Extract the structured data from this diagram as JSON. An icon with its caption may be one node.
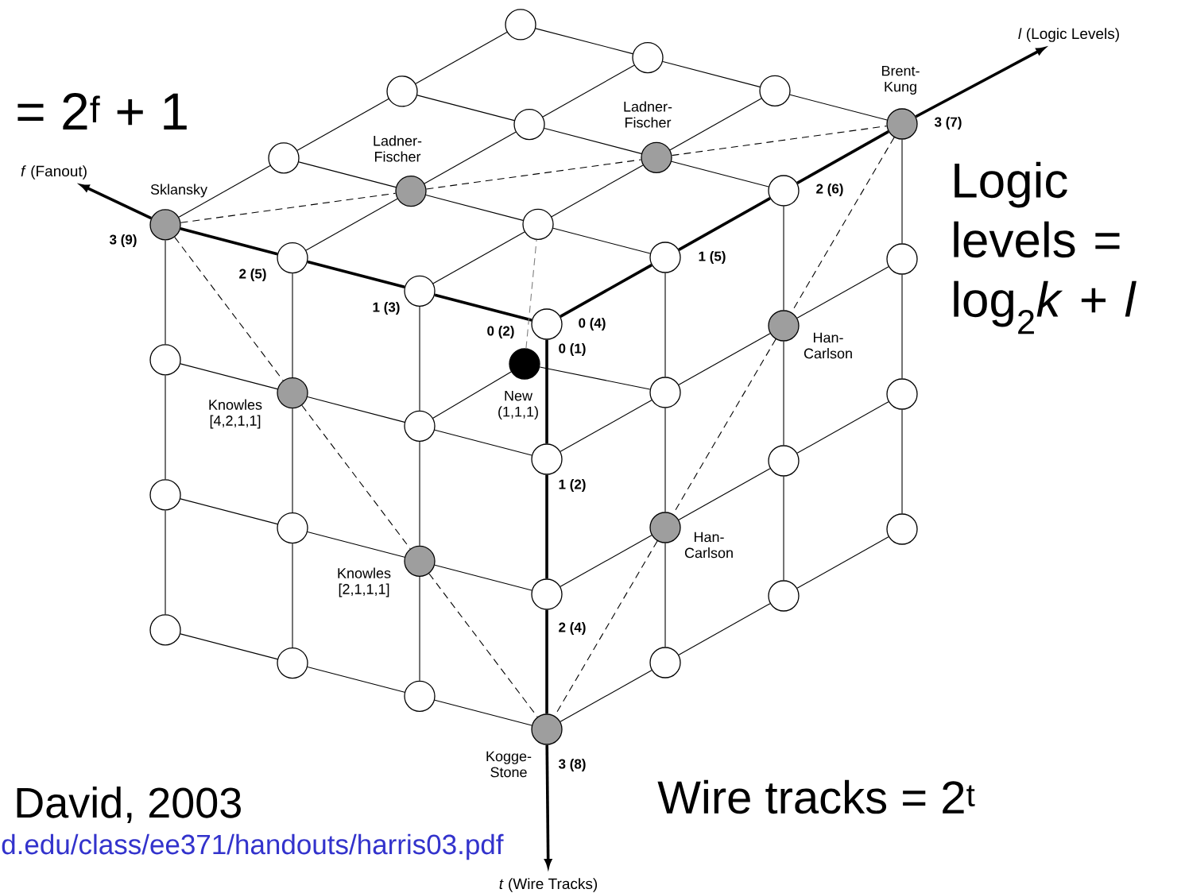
{
  "diagram": {
    "nodes": [
      {
        "text": [],
        "shape": "circle",
        "beside": [
          "0 (2)",
          "0 (4)",
          "0 (1)"
        ]
      },
      {
        "text": [],
        "shape": "circle",
        "beside": [
          "1 (5)"
        ]
      },
      {
        "text": [],
        "shape": "circle",
        "beside": [
          "2 (6)"
        ]
      },
      {
        "text": [
          "Brent-Kung"
        ],
        "beside": [
          "3 (7)"
        ]
      },
      {
        "text": [],
        "shape": "circle",
        "beside": [
          "1 (3)"
        ]
      },
      {
        "text": [],
        "shape": "circle"
      },
      {
        "text": [
          "Ladner-Fischer"
        ]
      },
      {
        "text": [],
        "shape": "circle"
      },
      {
        "text": [],
        "shape": "circle",
        "beside": [
          "2 (5)"
        ]
      },
      {
        "text": [
          "Ladner-Fischer"
        ]
      },
      {
        "text": [],
        "shape": "circle"
      },
      {
        "text": [],
        "shape": "circle"
      },
      {
        "text": [
          "Sklansky"
        ],
        "beside": [
          "3 (9)"
        ]
      },
      {
        "text": [],
        "shape": "circle"
      },
      {
        "text": [],
        "shape": "circle"
      },
      {
        "text": [],
        "shape": "circle"
      },
      {
        "text": [],
        "shape": "circle",
        "beside": [
          "1 (2)"
        ]
      },
      {
        "text": [],
        "shape": "circle"
      },
      {
        "text": [
          "Knowles [4,2,1,1]"
        ]
      },
      {
        "text": [],
        "shape": "circle"
      },
      {
        "text": [],
        "shape": "circle",
        "beside": [
          "2 (4)"
        ]
      },
      {
        "text": [
          "Knowles [2,1,1,1]"
        ]
      },
      {
        "text": [],
        "shape": "circle"
      },
      {
        "text": [],
        "shape": "circle"
      },
      {
        "text": [
          "Kogge-Stone"
        ],
        "beside": [
          "3 (8)"
        ]
      },
      {
        "text": [],
        "shape": "circle"
      },
      {
        "text": [],
        "shape": "circle"
      },
      {
        "text": [],
        "shape": "circle"
      },
      {
        "text": [],
        "shape": "circle"
      },
      {
        "text": [
          "Han-Carlson"
        ]
      },
      {
        "text": [],
        "shape": "circle"
      },
      {
        "text": [
          "Han-Carlson"
        ]
      },
      {
        "text": [],
        "shape": "circle"
      },
      {
        "text": [],
        "shape": "circle"
      },
      {
        "text": [],
        "shape": "circle"
      },
      {
        "text": [],
        "shape": "circle"
      },
      {
        "text": [],
        "shape": "circle"
      },
      {
        "text": [
          "New (1,1,1)"
        ]
      },
      {
        "text": [
          "*f* (Fanout)"
        ]
      },
      {
        "text": [
          "*l* (Logic Levels)"
        ]
      },
      {
        "text": [
          "*t* (Wire Tracks)"
        ]
      }
    ],
    "edges": [
      {
        "from": 0,
        "to": 1,
        "arrow": "none",
        "style": "thick"
      },
      {
        "from": 1,
        "to": 2,
        "arrow": "none",
        "style": "thick"
      },
      {
        "from": 2,
        "to": 3,
        "arrow": "none",
        "style": "thick"
      },
      {
        "from": 4,
        "to": 5,
        "arrow": "none"
      },
      {
        "from": 5,
        "to": 6,
        "arrow": "none"
      },
      {
        "from": 6,
        "to": 7,
        "arrow": "none"
      },
      {
        "from": 8,
        "to": 9,
        "arrow": "none"
      },
      {
        "from": 9,
        "to": 10,
        "arrow": "none"
      },
      {
        "from": 10,
        "to": 11,
        "arrow": "none"
      },
      {
        "from": 12,
        "to": 13,
        "arrow": "none"
      },
      {
        "from": 13,
        "to": 14,
        "arrow": "none"
      },
      {
        "from": 14,
        "to": 15,
        "arrow": "none"
      },
      {
        "from": 0,
        "to": 4,
        "arrow": "none",
        "style": "thick"
      },
      {
        "from": 4,
        "to": 8,
        "arrow": "none",
        "style": "thick"
      },
      {
        "from": 8,
        "to": 12,
        "arrow": "none",
        "style": "thick"
      },
      {
        "from": 1,
        "to": 5,
        "arrow": "none"
      },
      {
        "from": 5,
        "to": 9,
        "arrow": "none"
      },
      {
        "from": 9,
        "to": 13,
        "arrow": "none"
      },
      {
        "from": 2,
        "to": 6,
        "arrow": "none"
      },
      {
        "from": 6,
        "to": 10,
        "arrow": "none"
      },
      {
        "from": 10,
        "to": 14,
        "arrow": "none"
      },
      {
        "from": 3,
        "to": 7,
        "arrow": "none"
      },
      {
        "from": 7,
        "to": 11,
        "arrow": "none"
      },
      {
        "from": 11,
        "to": 15,
        "arrow": "none"
      },
      {
        "from": 16,
        "to": 17,
        "arrow": "none"
      },
      {
        "from": 17,
        "to": 18,
        "arrow": "none"
      },
      {
        "from": 18,
        "to": 19,
        "arrow": "none"
      },
      {
        "from": 20,
        "to": 21,
        "arrow": "none"
      },
      {
        "from": 21,
        "to": 22,
        "arrow": "none"
      },
      {
        "from": 22,
        "to": 23,
        "arrow": "none"
      },
      {
        "from": 24,
        "to": 25,
        "arrow": "none"
      },
      {
        "from": 25,
        "to": 26,
        "arrow": "none"
      },
      {
        "from": 26,
        "to": 27,
        "arrow": "none"
      },
      {
        "from": 0,
        "to": 16,
        "arrow": "none",
        "style": "thick"
      },
      {
        "from": 16,
        "to": 20,
        "arrow": "none",
        "style": "thick"
      },
      {
        "from": 20,
        "to": 24,
        "arrow": "none",
        "style": "thick"
      },
      {
        "from": 4,
        "to": 17,
        "arrow": "none"
      },
      {
        "from": 17,
        "to": 21,
        "arrow": "none"
      },
      {
        "from": 21,
        "to": 25,
        "arrow": "none"
      },
      {
        "from": 8,
        "to": 18,
        "arrow": "none"
      },
      {
        "from": 18,
        "to": 22,
        "arrow": "none"
      },
      {
        "from": 22,
        "to": 26,
        "arrow": "none"
      },
      {
        "from": 12,
        "to": 19,
        "arrow": "none"
      },
      {
        "from": 19,
        "to": 23,
        "arrow": "none"
      },
      {
        "from": 23,
        "to": 27,
        "arrow": "none"
      },
      {
        "from": 16,
        "to": 28,
        "arrow": "none"
      },
      {
        "from": 28,
        "to": 29,
        "arrow": "none"
      },
      {
        "from": 29,
        "to": 30,
        "arrow": "none"
      },
      {
        "from": 20,
        "to": 31,
        "arrow": "none"
      },
      {
        "from": 31,
        "to": 32,
        "arrow": "none"
      },
      {
        "from": 32,
        "to": 33,
        "arrow": "none"
      },
      {
        "from": 24,
        "to": 34,
        "arrow": "none"
      },
      {
        "from": 34,
        "to": 35,
        "arrow": "none"
      },
      {
        "from": 35,
        "to": 36,
        "arrow": "none"
      },
      {
        "from": 1,
        "to": 28,
        "arrow": "none"
      },
      {
        "from": 28,
        "to": 31,
        "arrow": "none"
      },
      {
        "from": 31,
        "to": 34,
        "arrow": "none"
      },
      {
        "from": 2,
        "to": 29,
        "arrow": "none"
      },
      {
        "from": 29,
        "to": 32,
        "arrow": "none"
      },
      {
        "from": 32,
        "to": 35,
        "arrow": "none"
      },
      {
        "from": 3,
        "to": 30,
        "arrow": "none"
      },
      {
        "from": 30,
        "to": 33,
        "arrow": "none"
      },
      {
        "from": 33,
        "to": 36,
        "arrow": "none"
      },
      {
        "from": 37,
        "to": 5,
        "arrow": "none",
        "style": "dashed",
        "color": "#808080"
      },
      {
        "from": 37,
        "to": 17,
        "arrow": "none"
      },
      {
        "from": 37,
        "to": 28,
        "arrow": "none"
      },
      {
        "from": 12,
        "to": 9,
        "arrow": "none",
        "style": "dashed"
      },
      {
        "from": 9,
        "to": 6,
        "arrow": "none",
        "style": "dashed"
      },
      {
        "from": 6,
        "to": 3,
        "arrow": "none",
        "style": "dashed"
      },
      {
        "from": 3,
        "to": 29,
        "arrow": "none",
        "style": "dashed"
      },
      {
        "from": 29,
        "to": 31,
        "arrow": "none",
        "style": "dashed"
      },
      {
        "from": 31,
        "to": 24,
        "arrow": "none",
        "style": "dashed"
      },
      {
        "from": 12,
        "to": 18,
        "arrow": "none",
        "style": "dashed"
      },
      {
        "from": 18,
        "to": 21,
        "arrow": "none",
        "style": "dashed"
      },
      {
        "from": 21,
        "to": 24,
        "arrow": "none",
        "style": "dashed"
      },
      {
        "from": 12,
        "to": 38,
        "arrow": "to",
        "style": "thick"
      },
      {
        "from": 3,
        "to": 39,
        "arrow": "to",
        "style": "thick"
      },
      {
        "from": 24,
        "to": 40,
        "arrow": "to",
        "style": "thick"
      }
    ],
    "labels": [
      "= 2$^{f}$ + 1",
      "Logic levels = log$_{2}$*k* + *l*",
      "David, 2003",
      "d.edu/class/ee371/handouts/harris03.pdf",
      "Wire tracks = 2$^{t}$"
    ]
  }
}
